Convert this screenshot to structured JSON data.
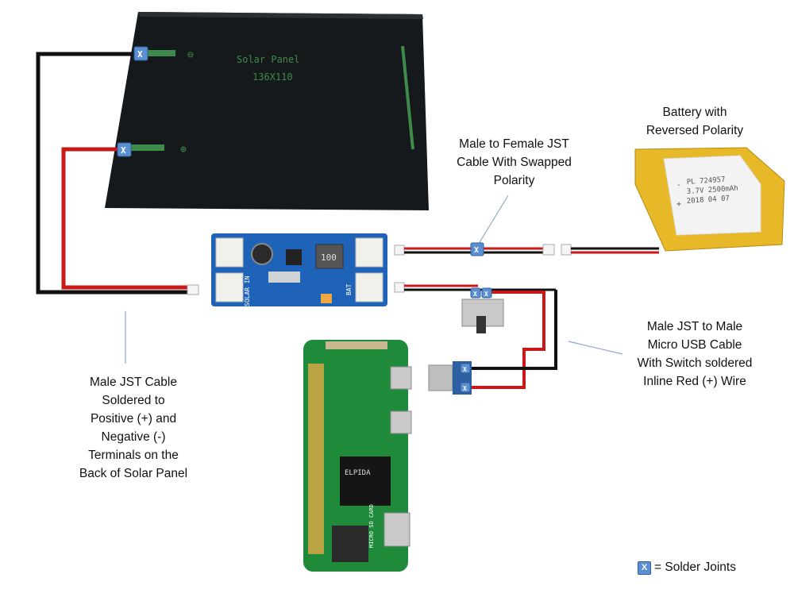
{
  "labels": {
    "battery": [
      "Battery with",
      "Reversed Polarity"
    ],
    "jst_swapped": [
      "Male to Female JST",
      "Cable With Swapped",
      "Polarity"
    ],
    "jst_solar": [
      "Male JST Cable",
      "Soldered to",
      "Positive (+) and",
      "Negative (-)",
      "Terminals on the",
      "Back of Solar Panel"
    ],
    "jst_usb": [
      "Male JST to Male",
      "Micro USB Cable",
      "With Switch soldered",
      "Inline Red (+) Wire"
    ]
  },
  "legend": {
    "marker": "X",
    "text": "= Solder Joints"
  },
  "solder_marker": "X",
  "panel": {
    "title": "Solar Panel",
    "size": "136X110",
    "minus": "⊖",
    "plus": "⊕"
  },
  "charger": {
    "solar_in": "SOLAR IN",
    "bat": "BAT",
    "inductor": "100"
  },
  "battery_print": {
    "line1": "PL 724957",
    "line2": "3.7V 2500mAh",
    "line3": "2018 04 07",
    "minus": "-",
    "plus": "+"
  },
  "pi": {
    "chip": "ELPIDA",
    "sd": "MICRO SD CARD"
  },
  "colors": {
    "wire_red": "#c81818",
    "wire_black": "#111111",
    "marker_blue": "#5b8fd2",
    "pi_green": "#1f8a3a",
    "charger_blue": "#1e63b8",
    "battery_yellow": "#e7b827",
    "panel": "#15191b"
  }
}
